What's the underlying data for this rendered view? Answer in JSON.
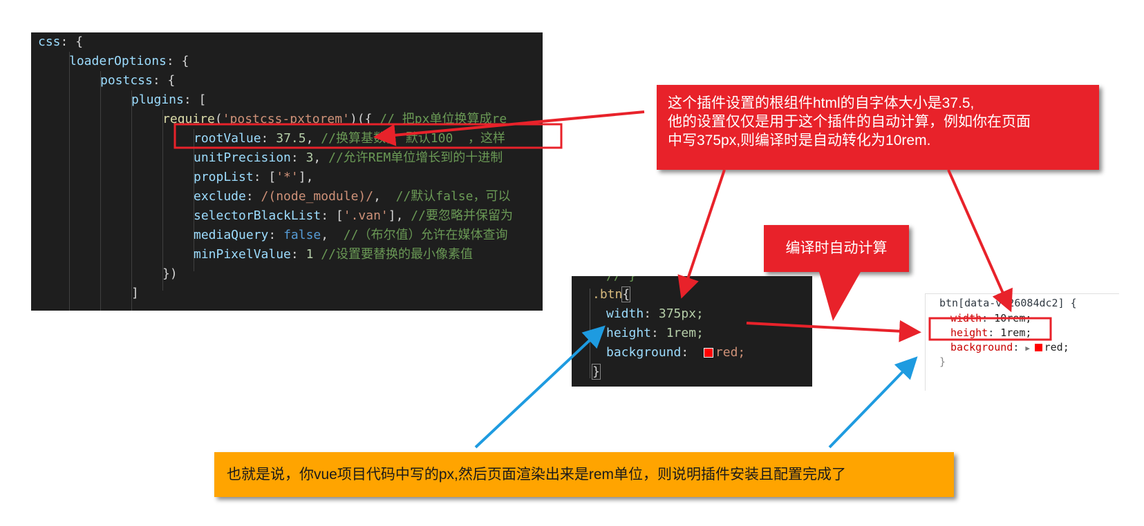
{
  "code_editor": {
    "line1": {
      "key": "css",
      "rest": ": {"
    },
    "line2": {
      "key": "loaderOptions",
      "rest": ": {"
    },
    "line3": {
      "key": "postcss",
      "rest": ": {"
    },
    "line4": {
      "key": "plugins",
      "rest": ": ["
    },
    "line5": {
      "fn": "require",
      "open": "(",
      "str": "'postcss-pxtorem'",
      "close": ")({ ",
      "comment": "// 把px单位换算成re"
    },
    "line6": {
      "key": "rootValue",
      "sep": ": ",
      "num": "37.5",
      "punct": ", ",
      "comment": "//换算基数， 默认100  ，这样"
    },
    "line7": {
      "key": "unitPrecision",
      "sep": ": ",
      "num": "3",
      "punct": ", ",
      "comment": "//允许REM单位增长到的十进制"
    },
    "line8": {
      "key": "propList",
      "sep": ": [",
      "str": "'*'",
      "punct": "],"
    },
    "line9": {
      "key": "exclude",
      "sep": ": ",
      "str": "/(node_module)/",
      "punct": ",  ",
      "comment": "//默认false，可以"
    },
    "line10": {
      "key": "selectorBlackList",
      "sep": ": [",
      "str": "'.van'",
      "punct": "], ",
      "comment": "//要忽略并保留为"
    },
    "line11": {
      "key": "mediaQuery",
      "sep": ": ",
      "bool": "false",
      "punct": ",  ",
      "comment": "//（布尔值）允许在媒体查询"
    },
    "line12": {
      "key": "minPixelValue",
      "sep": ": ",
      "num": "1",
      "punct": " ",
      "comment": "//设置要替换的最小像素值"
    },
    "line13": {
      "text": "})"
    },
    "line14": {
      "text": "]"
    }
  },
  "snippet": {
    "top_partial": "// }",
    "selector": ".btn",
    "brace_open": "{",
    "width_key": "width",
    "width_val": "375px;",
    "height_key": "height",
    "height_val": "1rem;",
    "bg_key": "background",
    "bg_val": "red;",
    "brace_close": "}"
  },
  "devtools": {
    "selector": "btn[data-v-26084dc2] {",
    "width_prop": "width",
    "width_val": "10rem;",
    "height_prop": "height",
    "height_val": "1rem;",
    "bg_prop": "background",
    "bg_val": "red;",
    "close": "}"
  },
  "callouts": {
    "main_line1": "这个插件设置的根组件html的自字体大小是37.5,",
    "main_line2": "他的设置仅仅是用于这个插件的自动计算，例如你在页面",
    "main_line3": "中写375px,则编译时是自动转化为10rem.",
    "compile": "编译时自动计算",
    "bottom": "也就是说，你vue项目代码中写的px,然后页面渲染出来是rem单位，则说明插件安装且配置完成了"
  },
  "colors": {
    "callout_red": "#e8222a",
    "callout_orange": "#ffa400",
    "arrow_red": "#e8222a",
    "arrow_blue": "#1e9be0",
    "editor_bg": "#1e1e1e"
  }
}
